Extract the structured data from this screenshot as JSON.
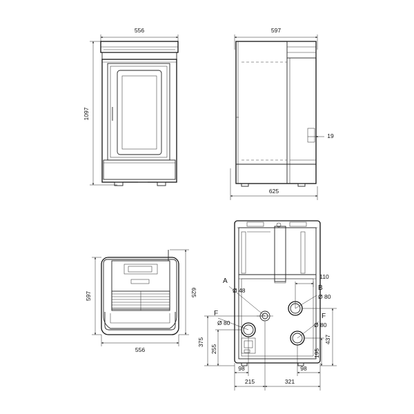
{
  "front_view": {
    "width_dim": "556",
    "height_dim": "1097"
  },
  "side_view": {
    "depth_dim": "597",
    "overall_depth_dim": "625",
    "small_dim": "19"
  },
  "top_view": {
    "width_dim": "556",
    "depth_dim": "625",
    "depth_dim_2": "597"
  },
  "rear_view": {
    "label_a": "A",
    "label_a_diameter": "Ø 48",
    "label_b": "B",
    "label_b_diameter": "Ø 80",
    "label_b_offset": "110",
    "label_f_left": "F",
    "label_f_left_diameter": "Ø 80",
    "label_f_right": "F",
    "label_f_right_diameter": "Ø 80",
    "dim_375": "375",
    "dim_255": "255",
    "dim_437": "437",
    "dim_195": "195",
    "dim_98_left": "98",
    "dim_98_right": "98",
    "dim_215": "215",
    "dim_321": "321"
  }
}
